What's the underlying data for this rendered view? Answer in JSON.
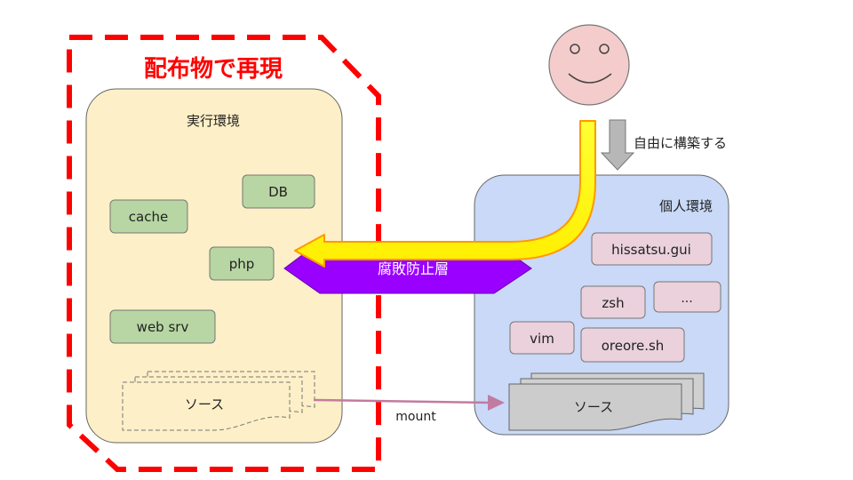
{
  "diagram": {
    "dashed_region_title": "配布物で再現",
    "runtime_env": {
      "title": "実行環境",
      "components": [
        "cache",
        "DB",
        "php",
        "web srv"
      ],
      "source_label": "ソース"
    },
    "personal_env": {
      "title": "個人環境",
      "items": [
        "hissatsu.gui",
        "zsh",
        "...",
        "vim",
        "oreore.sh"
      ],
      "source_label": "ソース"
    },
    "person_arrow_label": "自由に構築する",
    "anti_corruption_layer": "腐敗防止層",
    "mount_label": "mount",
    "colors": {
      "dashed_border": "#ff0000",
      "runtime_fill": "#fdefc7",
      "personal_fill": "#c9d9f7",
      "component_fill": "#b7d6a3",
      "item_fill": "#ead1dc",
      "layer_fill": "#9900ff",
      "yellow_arrow": "#ffff00",
      "face_fill": "#f4cccc",
      "mount_arrow": "#c27ba0"
    }
  }
}
